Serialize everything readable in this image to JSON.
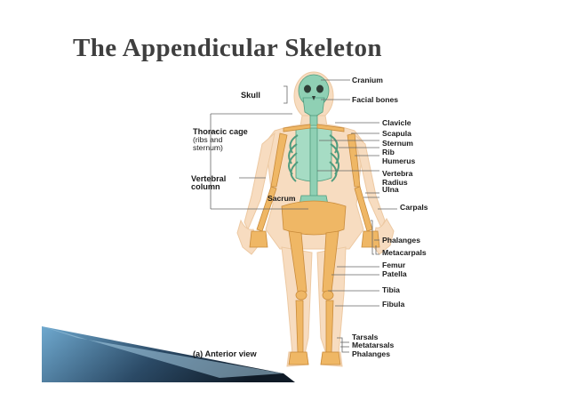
{
  "title": "The Appendicular Skeleton",
  "left_labels": {
    "skull": "Skull",
    "thoracic_cage_line1": "Thoracic cage",
    "thoracic_cage_line2": "(ribs and",
    "thoracic_cage_line3": "sternum)",
    "vertebral_column_line1": "Vertebral",
    "vertebral_column_line2": "column",
    "sacrum": "Sacrum"
  },
  "right_labels": {
    "cranium": "Cranium",
    "facial_bones": "Facial bones",
    "clavicle": "Clavicle",
    "scapula": "Scapula",
    "sternum": "Sternum",
    "rib": "Rib",
    "humerus": "Humerus",
    "vertebra": "Vertebra",
    "radius": "Radius",
    "ulna": "Ulna",
    "carpals": "Carpals",
    "phalanges_hand": "Phalanges",
    "metacarpals": "Metacarpals",
    "femur": "Femur",
    "patella": "Patella",
    "tibia": "Tibia",
    "fibula": "Fibula",
    "tarsals": "Tarsals",
    "metatarsals": "Metatarsals",
    "phalanges_foot": "Phalanges"
  },
  "caption": "(a) Anterior view",
  "colors": {
    "axial_bone": "#8fd0b4",
    "appendicular_bone": "#efb765",
    "skin": "#f7dcc0",
    "title_text": "#3f3f3f",
    "accent_dark": "#1b2a3a",
    "accent_blue": "#7fb6d8"
  }
}
